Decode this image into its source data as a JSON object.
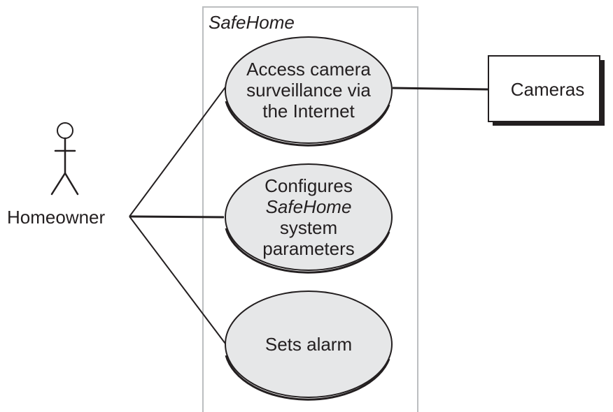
{
  "system": {
    "title": "SafeHome"
  },
  "actors": {
    "homeowner": {
      "label": "Homeowner"
    },
    "cameras": {
      "label": "Cameras"
    }
  },
  "use_cases": [
    {
      "lines": [
        "Access camera",
        "surveillance via",
        "the Internet"
      ]
    },
    {
      "lines": [
        "Configures",
        "SafeHome",
        "system",
        "parameters"
      ],
      "italic_line": 1
    },
    {
      "lines": [
        "Sets alarm"
      ]
    }
  ],
  "colors": {
    "use_case_fill": "#e6e7e8",
    "stroke": "#231f20",
    "boundary": "#bcbec0"
  }
}
